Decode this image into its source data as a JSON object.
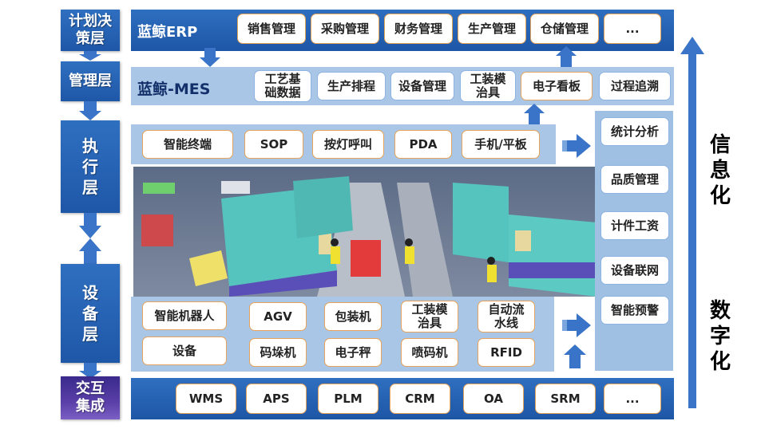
{
  "layers": {
    "plan": "计划决策层",
    "manage": "管理层",
    "execute": "执行层",
    "device": "设备层",
    "integrate": "交互集成"
  },
  "erp": {
    "title": "蓝鲸ERP",
    "items": [
      "销售管理",
      "采购管理",
      "财务管理",
      "生产管理",
      "仓储管理",
      "..."
    ]
  },
  "mes": {
    "title": "蓝鲸-MES",
    "items": [
      "工艺基础数据",
      "生产排程",
      "设备管理",
      "工装模治具",
      "电子看板",
      "过程追溯"
    ]
  },
  "terminals": {
    "items": [
      "智能终端",
      "SOP",
      "按灯呼叫",
      "PDA",
      "手机/平板"
    ]
  },
  "devices": {
    "row1": [
      "智能机器人",
      "AGV",
      "包装机",
      "工装模治具",
      "自动流水线"
    ],
    "row2": [
      "设备",
      "码垛机",
      "电子秤",
      "喷码机",
      "RFID"
    ]
  },
  "integration": {
    "items": [
      "WMS",
      "APS",
      "PLM",
      "CRM",
      "OA",
      "SRM",
      "..."
    ]
  },
  "analytics": {
    "items": [
      "统计分析",
      "品质管理",
      "计件工资",
      "设备联网",
      "智能预警"
    ]
  },
  "side_labels": {
    "top": "信息化",
    "bottom": "数字化"
  },
  "colors": {
    "band_dark": "#1f57a8",
    "band_light": "#a9c6e6",
    "button_border": "#e6a35a",
    "arrow": "#3a74c8"
  }
}
